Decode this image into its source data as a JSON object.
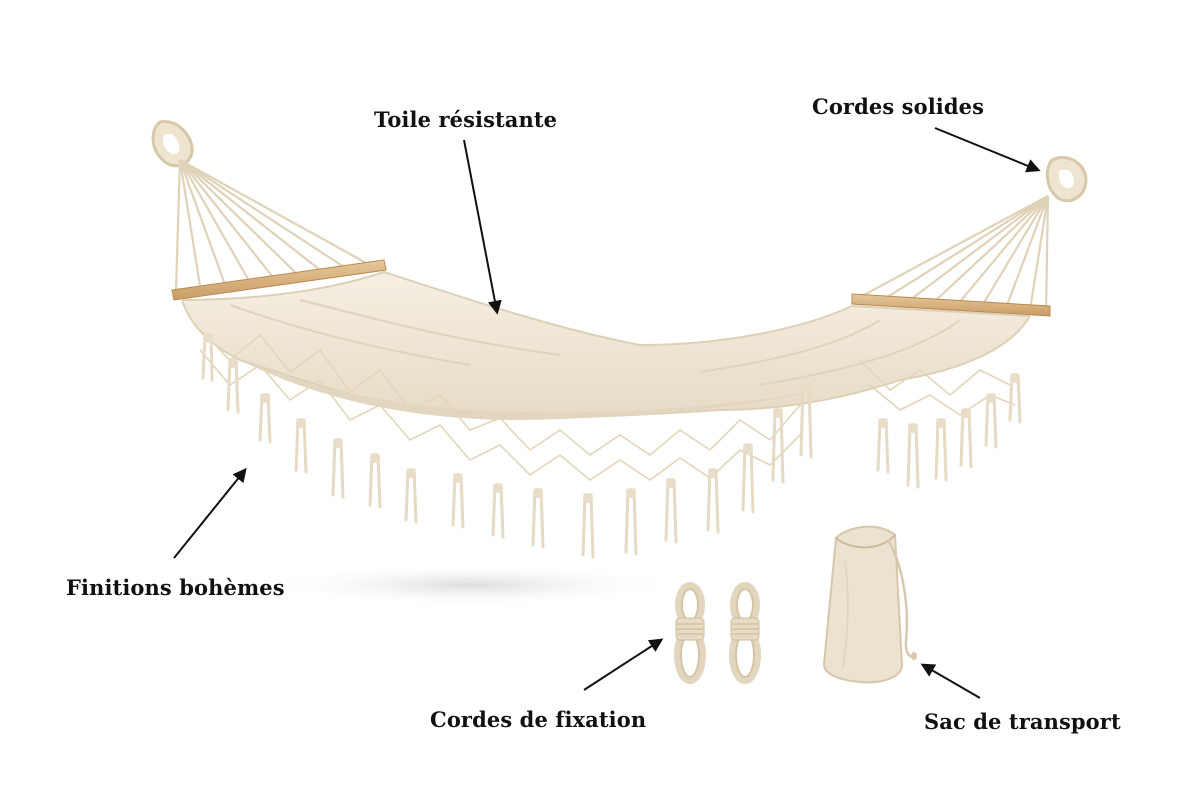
{
  "callouts": {
    "toile": "Toile résistante",
    "cordes_solides": "Cordes solides",
    "finitions": "Finitions bohèmes",
    "cordes_fixation": "Cordes de fixation",
    "sac": "Sac de transport"
  },
  "colors": {
    "background": "#ffffff",
    "canvas": "#efe6d6",
    "canvas_shade": "#e2d6c1",
    "rope": "#e6dac4",
    "wood": "#d9b889",
    "text": "#111111"
  },
  "icons": [
    "hammock",
    "rope-bundle",
    "carry-bag",
    "arrow"
  ]
}
